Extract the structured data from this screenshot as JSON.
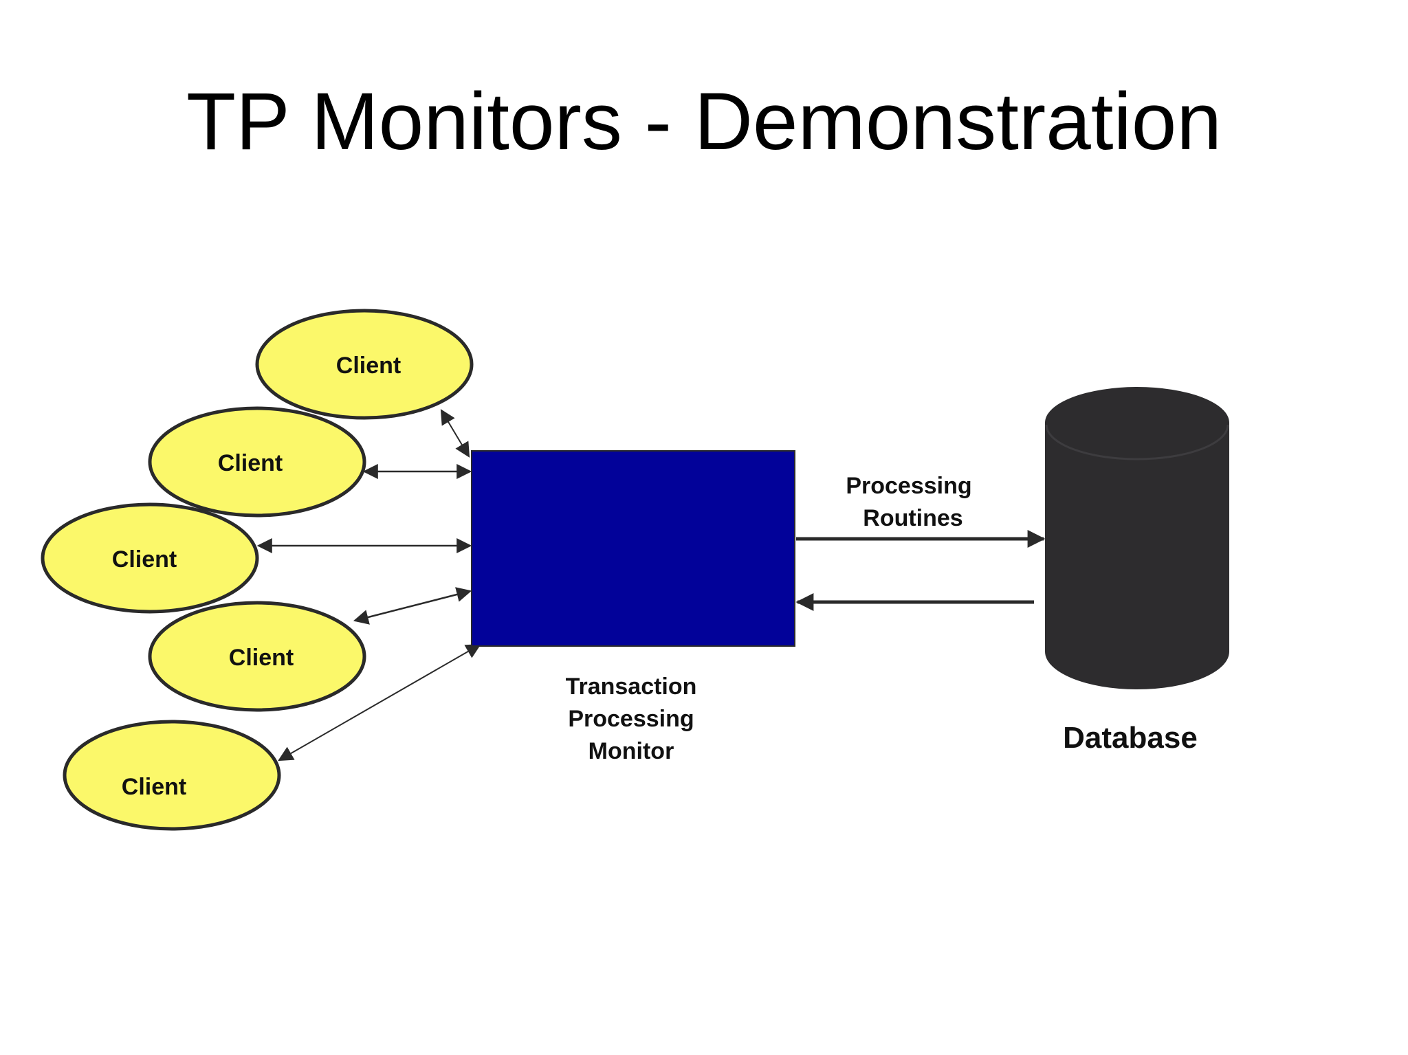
{
  "slide": {
    "title": "TP Monitors - Demonstration"
  },
  "diagram": {
    "clients": [
      {
        "label": "Client"
      },
      {
        "label": "Client"
      },
      {
        "label": "Client"
      },
      {
        "label": "Client"
      },
      {
        "label": "Client"
      }
    ],
    "monitor": {
      "label_lines": [
        "Transaction",
        "Processing",
        "Monitor"
      ]
    },
    "link": {
      "label_lines": [
        "Processing",
        "Routines"
      ]
    },
    "database": {
      "label": "Database"
    }
  },
  "colors": {
    "client_fill": "#fbf86a",
    "client_stroke": "#2a2a2a",
    "monitor_fill": "#020299",
    "database_fill": "#2d2c2e",
    "arrow": "#2a2a2a"
  }
}
